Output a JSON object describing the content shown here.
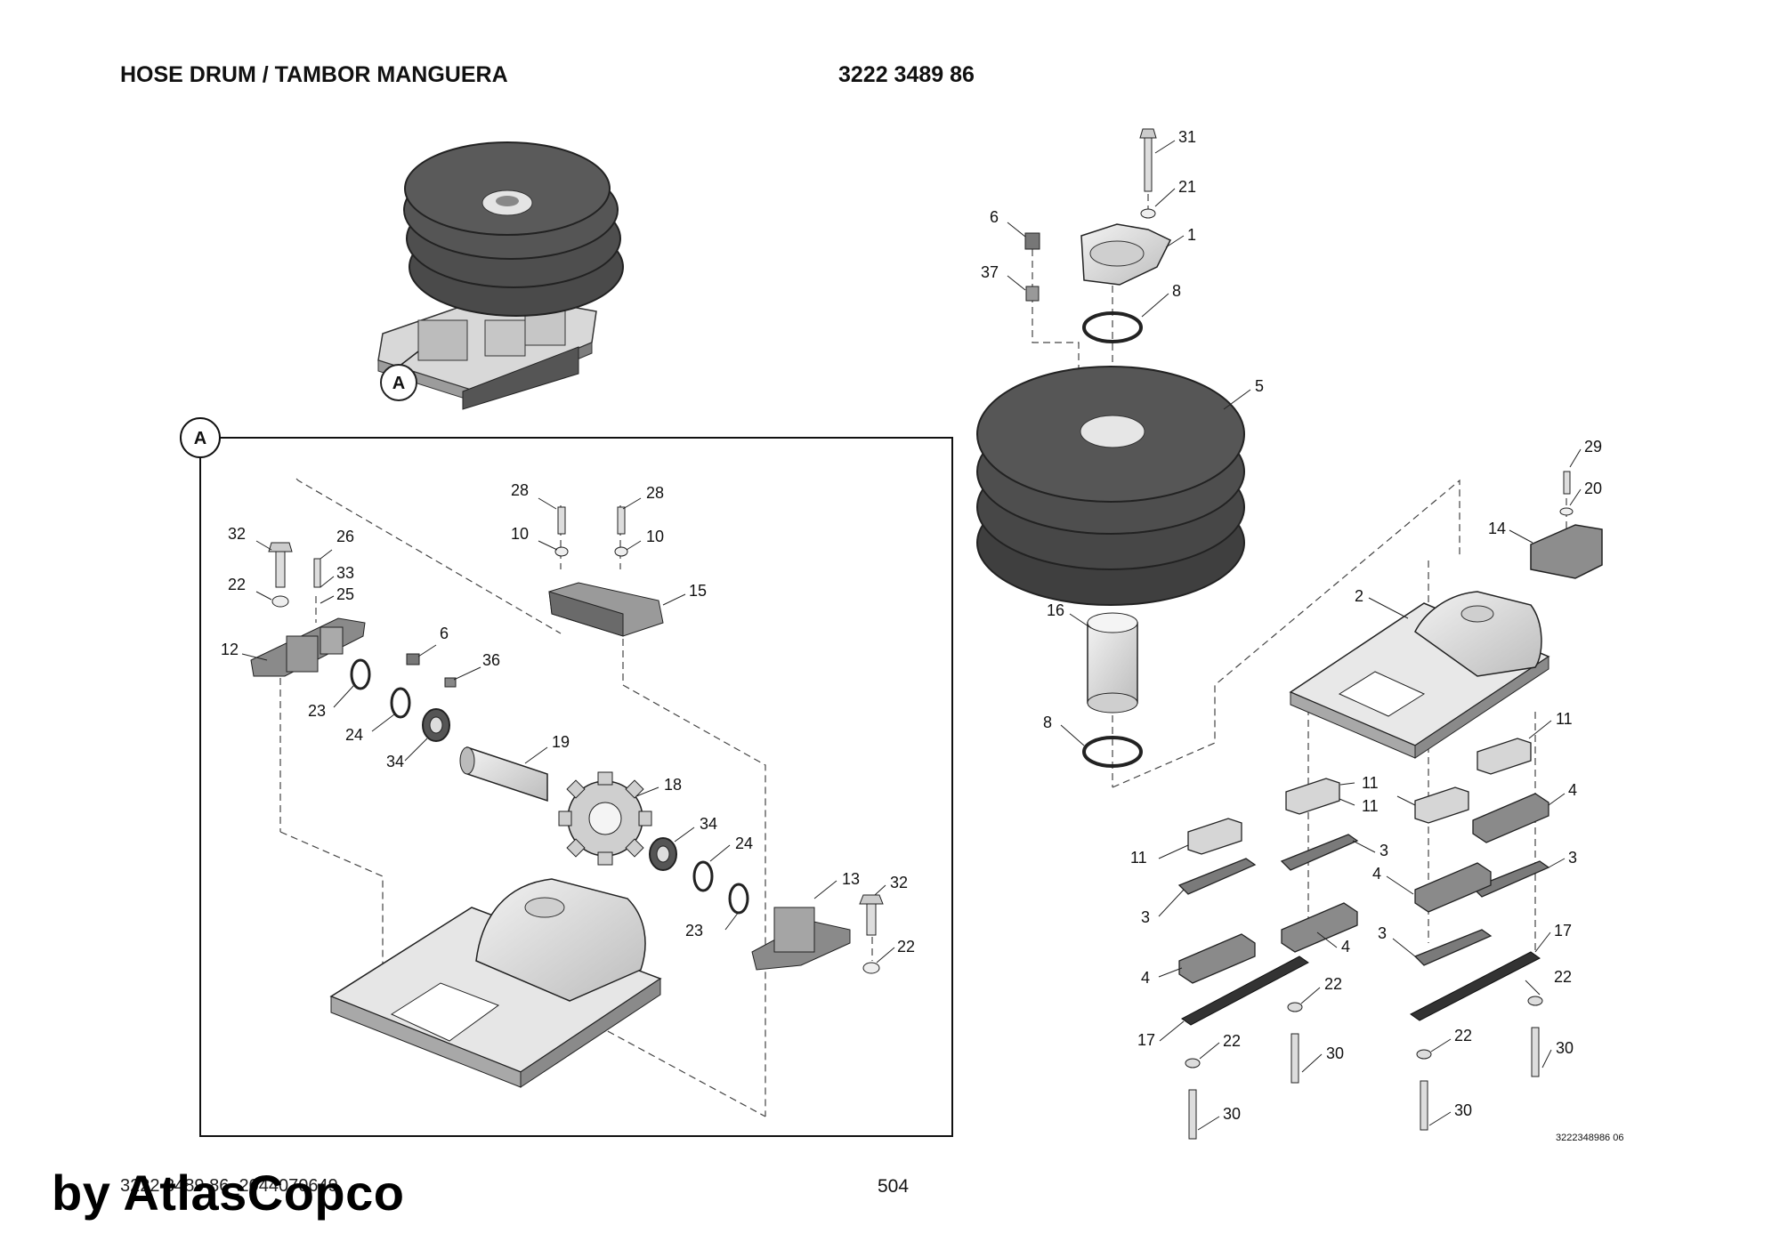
{
  "header": {
    "title": "HOSE DRUM / TAMBOR MANGUERA",
    "part_number": "3222 3489 86"
  },
  "detail_label": "A",
  "callouts": {
    "c31": "31",
    "c21": "21",
    "c6r": "6",
    "c1": "1",
    "c37": "37",
    "c8t": "8",
    "c5": "5",
    "c29": "29",
    "c20": "20",
    "c14": "14",
    "c2": "2",
    "c16": "16",
    "c8b": "8",
    "c11a": "11",
    "c11b": "11",
    "c11c": "11",
    "c11d": "11",
    "c4a": "4",
    "c3a": "3",
    "c4b": "4",
    "c3b": "3",
    "c3c": "3",
    "c3d": "3",
    "c4c": "4",
    "c4d": "4",
    "c17a": "17",
    "c17b": "17",
    "c22a": "22",
    "c22b": "22",
    "c22c": "22",
    "c22d": "22",
    "c30a": "30",
    "c30b": "30",
    "c30c": "30",
    "c30d": "30",
    "d28a": "28",
    "d28b": "28",
    "d10a": "10",
    "d10b": "10",
    "d15": "15",
    "d32a": "32",
    "d26": "26",
    "d33": "33",
    "d22a": "22",
    "d25": "25",
    "d12": "12",
    "d6": "6",
    "d36": "36",
    "d23a": "23",
    "d24a": "24",
    "d34a": "34",
    "d19": "19",
    "d18": "18",
    "d34b": "34",
    "d24b": "24",
    "d13": "13",
    "d32b": "32",
    "d23b": "23",
    "d22b": "22"
  },
  "drawing_ref": "3222348986 06",
  "footer": {
    "doc_id": "3222 3489 86_2044070649",
    "page": "504"
  },
  "watermark": "by AtlasCopco"
}
